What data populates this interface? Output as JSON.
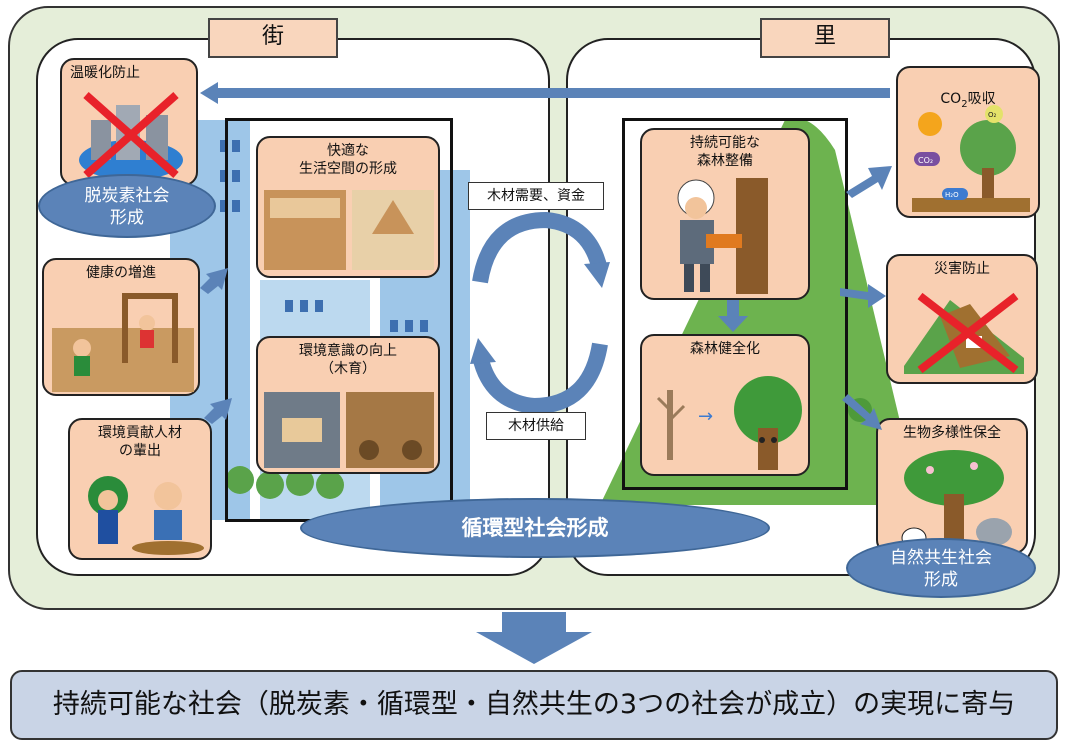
{
  "regions": {
    "town": "街",
    "village": "里"
  },
  "town_cards": {
    "comfort": "快適な\n生活空間の形成",
    "awareness": "環境意識の向上\n（木育）"
  },
  "town_benefits": {
    "warming": "温暖化防止",
    "health": "健康の増進",
    "talent": "環境貢献人材\nの輩出"
  },
  "village_cards": {
    "forest_mgmt": "持続可能な\n森林整備",
    "forest_health": "森林健全化"
  },
  "village_benefits": {
    "co2": "CO",
    "co2_sub": "2",
    "co2_tail": "吸収",
    "disaster": "災害防止",
    "biodiversity": "生物多様性保全"
  },
  "ellipses": {
    "decarb": "脱炭素社会\n形成",
    "circular": "循環型社会形成",
    "coexist": "自然共生社会\n形成"
  },
  "flows": {
    "demand": "木材需要、資金",
    "supply": "木材供給"
  },
  "illustration_labels": {
    "o2": "O₂",
    "co2": "CO₂",
    "h2o": "H₂O"
  },
  "conclusion": "持続可能な社会（脱炭素・循環型・自然共生の3つの社会が成立）の実現に寄与",
  "colors": {
    "arrow": "#5b83b8",
    "card": "#f9cfb2",
    "outer": "#e5eed9",
    "tag": "#f9d6bd",
    "cross": "#e8222a",
    "mountain": "#6db34f"
  }
}
